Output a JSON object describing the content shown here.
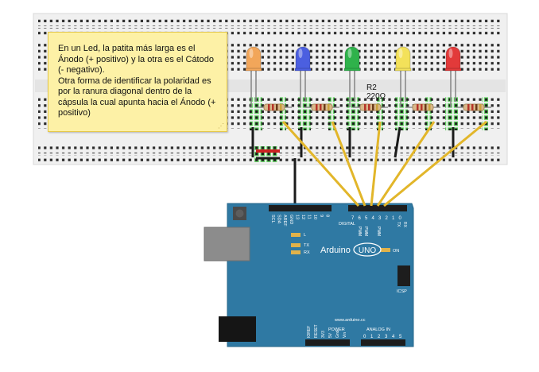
{
  "note": {
    "line1": "En un Led, la patita más larga es el Ánodo (+ positivo) y la otra es el Cátodo (- negativo).",
    "line2": "Otra forma de identificar la polaridad es por la ranura diagonal dentro de la cápsula la cual apunta hacia el Ánodo (+ positivo)"
  },
  "resistor": {
    "ref": "R2",
    "value": "220Ω"
  },
  "leds": [
    {
      "color": "orange",
      "hex": "#f2a65a"
    },
    {
      "color": "blue",
      "hex": "#4b5fe0"
    },
    {
      "color": "green",
      "hex": "#2fb24b"
    },
    {
      "color": "yellow",
      "hex": "#f3e15a"
    },
    {
      "color": "red",
      "hex": "#e23a3a"
    }
  ],
  "arduino": {
    "brand": "Arduino",
    "model": "UNO",
    "url": "www.arduino.cc",
    "header_top": {
      "pins_left": [
        "SCL",
        "SDA",
        "AREF",
        "GND",
        "13",
        "12",
        "11",
        "10",
        "9",
        "8"
      ],
      "pins_right": [
        "7",
        "6",
        "5",
        "4",
        "3",
        "2",
        "1",
        "0"
      ],
      "digital": "DIGITAL",
      "pwm": "PWM",
      "tx": "TX",
      "rx": "RX"
    },
    "led_l": "L",
    "led_tx": "TX",
    "led_rx": "RX",
    "on": "ON",
    "icsp": "ICSP",
    "power": {
      "title": "POWER",
      "pins": [
        "IOREF",
        "RESET",
        "3V3",
        "5V",
        "Gnd",
        "Vin"
      ]
    },
    "analog": {
      "title": "ANALOG IN",
      "pins": [
        "0",
        "1",
        "2",
        "3",
        "4",
        "5"
      ]
    }
  },
  "colors": {
    "breadboard": "#f0f0f0",
    "board": "#2f79a3",
    "wire_signal": "#e2b62a",
    "wire_gnd": "#1b1b1b",
    "wire_red": "#cc2222",
    "note_bg": "#fdf1a6"
  }
}
